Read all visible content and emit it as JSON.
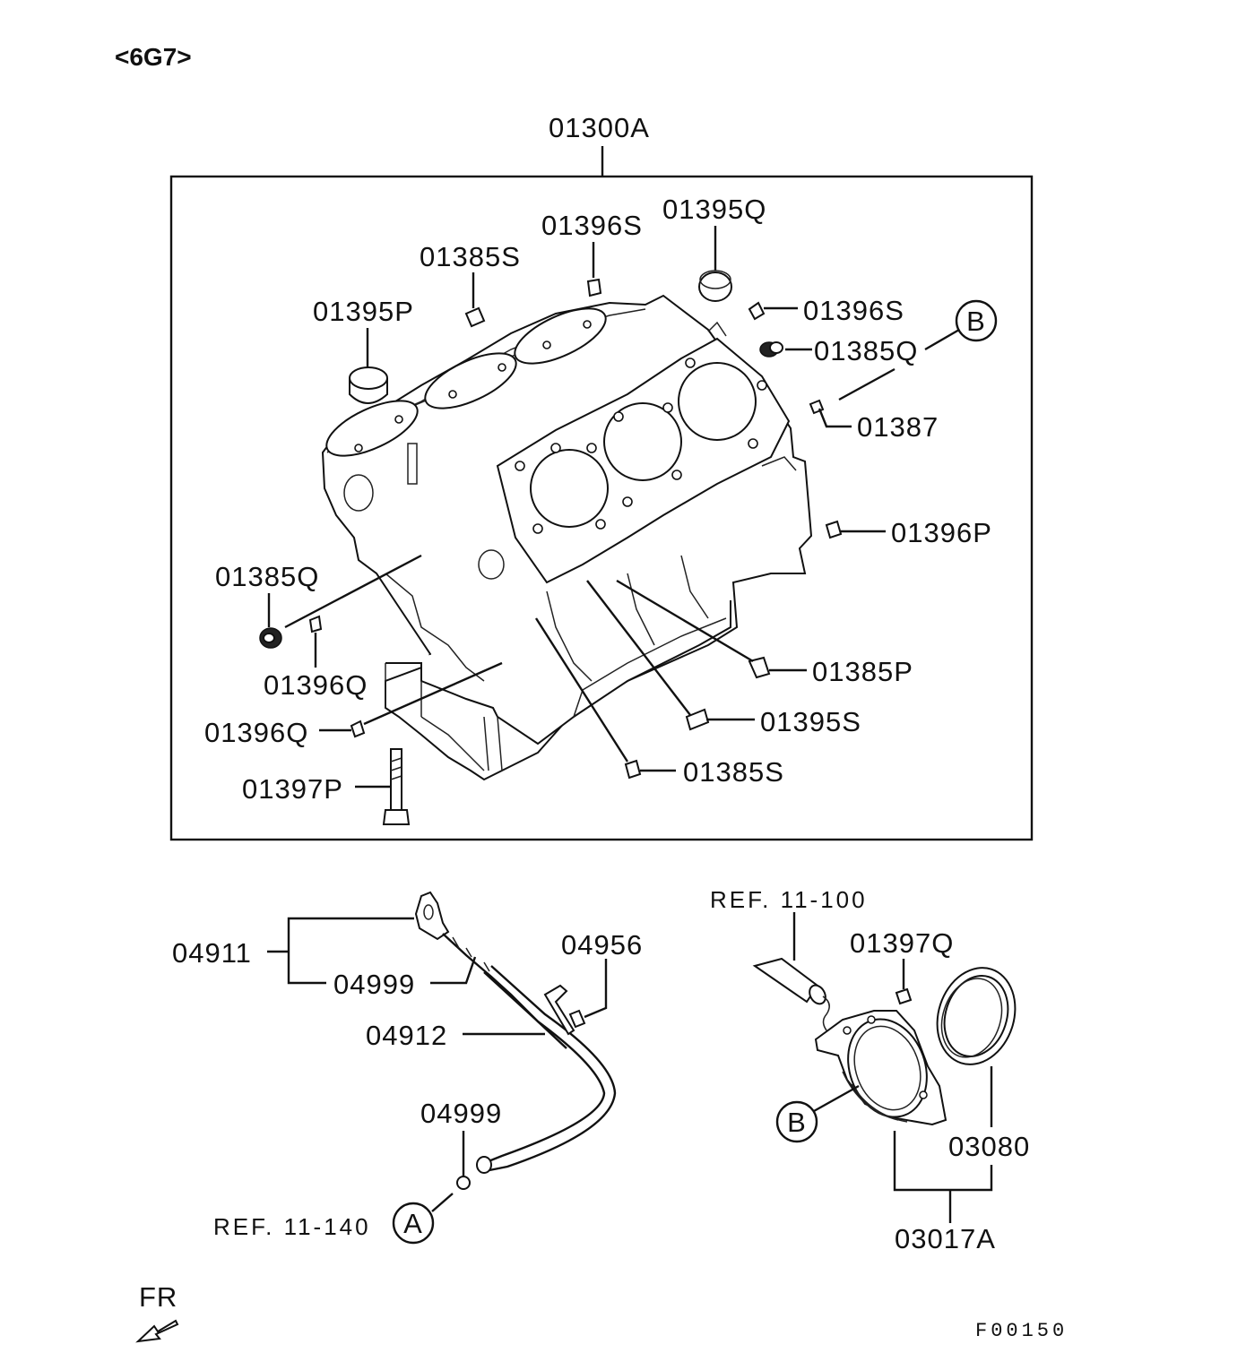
{
  "header": {
    "engine_code": "<6G7>",
    "figure_code": "F00150"
  },
  "orientation": {
    "label": "FR",
    "icon": "arrow-down-left-icon"
  },
  "box_label": "01300A",
  "labels": {
    "p01396S_top": "01396S",
    "p01395Q": "01395Q",
    "p01385S_top": "01385S",
    "p01395P": "01395P",
    "p01396S_right": "01396S",
    "p01385Q_right": "01385Q",
    "p01387": "01387",
    "p01396P": "01396P",
    "p01385Q_left": "01385Q",
    "p01396Q_a": "01396Q",
    "p01385P": "01385P",
    "p01396Q_b": "01396Q",
    "p01395S": "01395S",
    "p01385S_bottom": "01385S",
    "p01397P": "01397P",
    "p04911": "04911",
    "p04999_top": "04999",
    "p04956": "04956",
    "p04912": "04912",
    "p04999_bottom": "04999",
    "p01397Q": "01397Q",
    "p03080": "03080",
    "p03017A": "03017A"
  },
  "refs": {
    "ref_11_100": "REF. 11-100",
    "ref_11_140": "REF. 11-140"
  },
  "callouts": {
    "b_top": "B",
    "b_bottom": "B",
    "a": "A"
  }
}
